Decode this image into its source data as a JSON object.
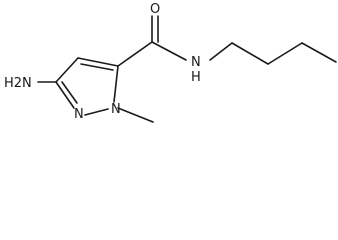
{
  "molecule": {
    "atom_labels": {
      "amine": "H2N",
      "ring_n1": "N",
      "ring_n2": "N",
      "carbonyl_o": "O",
      "amide_n": "N",
      "amide_h": "H"
    }
  }
}
